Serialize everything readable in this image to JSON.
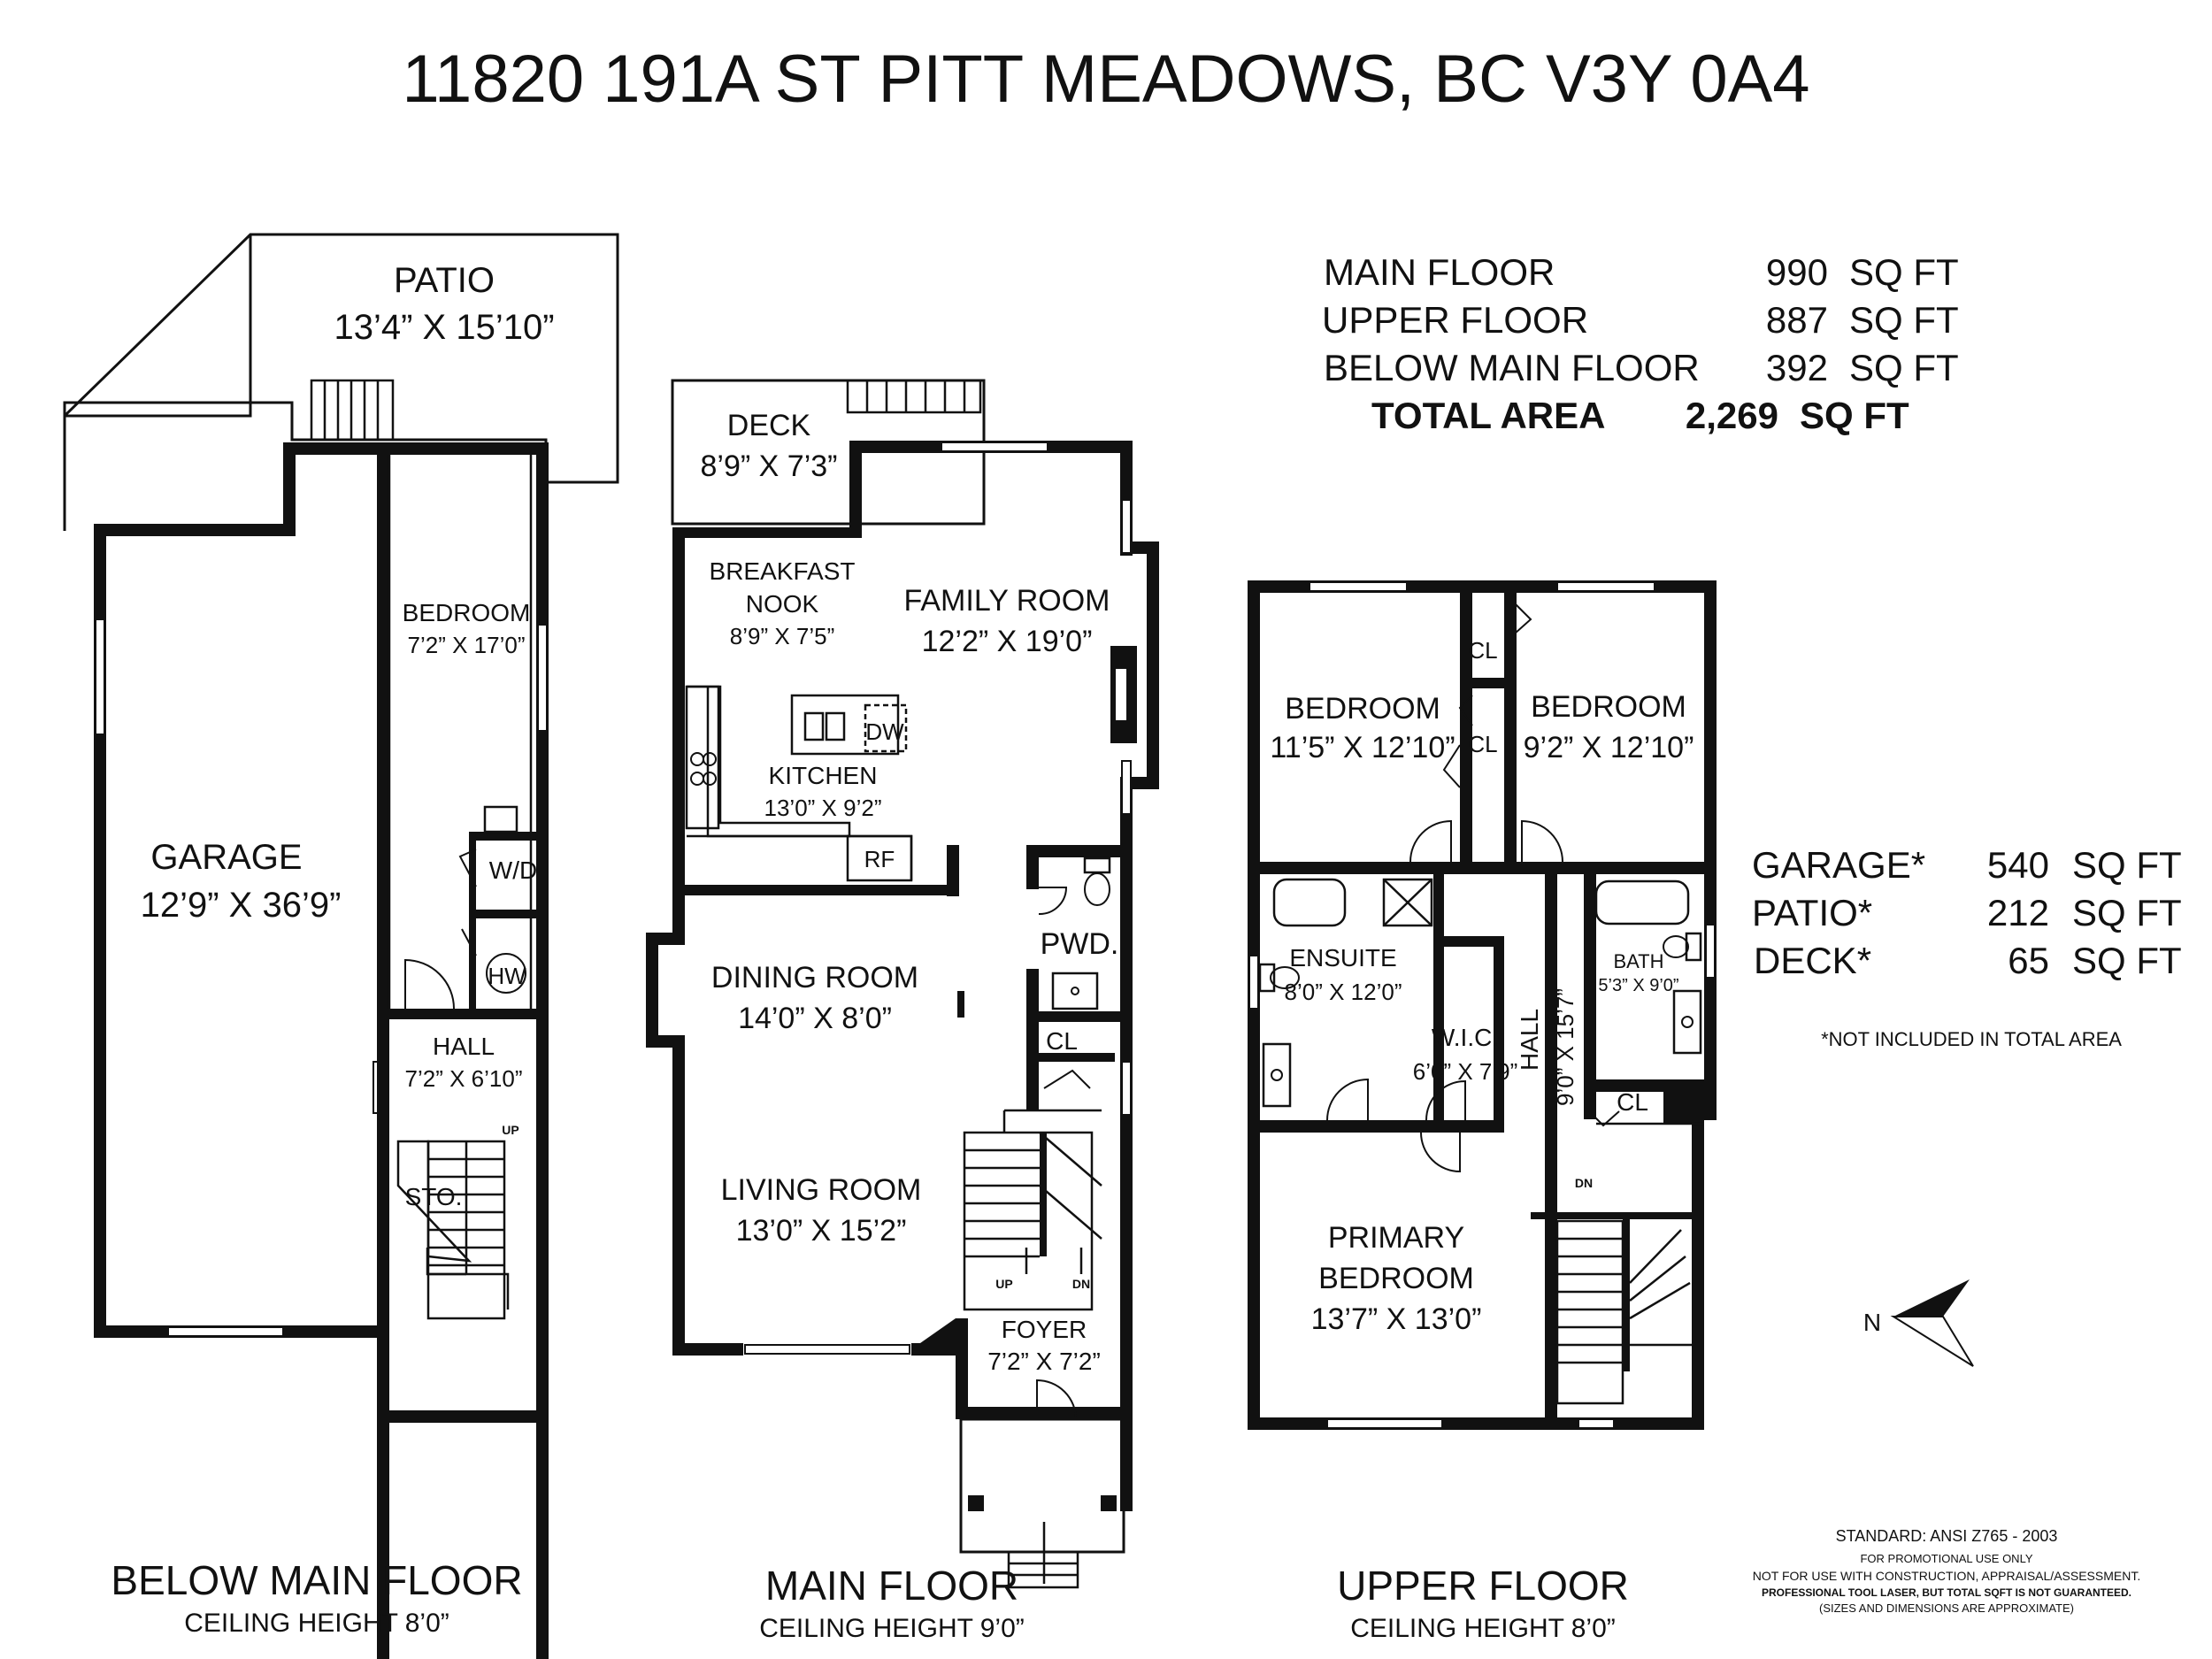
{
  "address": "11820  191A ST  PITT MEADOWS, BC  V3Y 0A4",
  "areas": {
    "main": {
      "label": "MAIN FLOOR",
      "value": "990",
      "unit": "SQ FT"
    },
    "upper": {
      "label": "UPPER FLOOR",
      "value": "887",
      "unit": "SQ FT"
    },
    "below": {
      "label": "BELOW MAIN FLOOR",
      "value": "392",
      "unit": "SQ FT"
    },
    "total": {
      "label": "TOTAL AREA",
      "value": "2,269",
      "unit": "SQ FT"
    }
  },
  "extras": {
    "garage": {
      "label": "GARAGE*",
      "value": "540",
      "unit": "SQ FT"
    },
    "patio": {
      "label": "PATIO*",
      "value": "212",
      "unit": "SQ FT"
    },
    "deck": {
      "label": "DECK*",
      "value": "65",
      "unit": "SQ FT"
    },
    "note": "*NOT INCLUDED IN TOTAL AREA"
  },
  "rooms": {
    "patio": {
      "name": "PATIO",
      "dims": "13’4” X 15’10”"
    },
    "bedroom_below": {
      "name": "BEDROOM",
      "dims": "7’2” X 17’0”"
    },
    "garage": {
      "name": "GARAGE",
      "dims": "12’9” X 36’9”"
    },
    "wd": "W/D",
    "hw": "HW",
    "hall_below": {
      "name": "HALL",
      "dims": "7’2” X 6’10”"
    },
    "sto": "STO.",
    "up_below": "UP",
    "deck": {
      "name": "DECK",
      "dims": "8’9” X 7’3”"
    },
    "nook": {
      "name1": "BREAKFAST",
      "name2": "NOOK",
      "dims": "8’9” X 7’5”"
    },
    "family": {
      "name": "FAMILY ROOM",
      "dims": "12’2” X 19’0”"
    },
    "dw": "DW",
    "kitchen": {
      "name": "KITCHEN",
      "dims": "13’0” X 9’2”"
    },
    "rf": "RF",
    "pwd": "PWD.",
    "dining": {
      "name": "DINING ROOM",
      "dims": "14’0” X 8’0”"
    },
    "cl_main": "CL",
    "living": {
      "name": "LIVING ROOM",
      "dims": "13’0” X 15’2”"
    },
    "up_main": "UP",
    "dn_main": "DN",
    "foyer": {
      "name": "FOYER",
      "dims": "7’2” X 7’2”"
    },
    "bedroom_left": {
      "name": "BEDROOM",
      "dims": "11’5” X 12’10”"
    },
    "bedroom_right": {
      "name": "BEDROOM",
      "dims": "9’2” X 12’10”"
    },
    "cl_a": "CL",
    "cl_b": "CL",
    "ensuite": {
      "name": "ENSUITE",
      "dims": "8’0” X 12’0”"
    },
    "wic": {
      "name": "W.I.C.",
      "dims": "6’0” X 7’9”"
    },
    "hall_upper": {
      "name": "HALL",
      "dims": "9’0” X 15’7”"
    },
    "bath": {
      "name": "BATH",
      "dims": "5’3” X 9’0”"
    },
    "cl_upper": "CL",
    "dn_upper": "DN",
    "primary": {
      "name1": "PRIMARY",
      "name2": "BEDROOM",
      "dims": "13’7” X 13’0”"
    }
  },
  "floors": {
    "below": {
      "name": "BELOW MAIN FLOOR",
      "ceiling": "CEILING HEIGHT 8’0”"
    },
    "main": {
      "name": "MAIN FLOOR",
      "ceiling": "CEILING HEIGHT 9’0”"
    },
    "upper": {
      "name": "UPPER FLOOR",
      "ceiling": "CEILING HEIGHT 8’0”"
    }
  },
  "compass": "N",
  "disclaimer": {
    "standard": "STANDARD: ANSI  Z765 - 2003",
    "line1": "FOR PROMOTIONAL USE ONLY",
    "line2": "NOT FOR USE WITH CONSTRUCTION, APPRAISAL/ASSESSMENT.",
    "line3": "PROFESSIONAL TOOL LASER, BUT TOTAL SQFT IS NOT GUARANTEED.",
    "line4": "(SIZES AND DIMENSIONS ARE APPROXIMATE)"
  }
}
